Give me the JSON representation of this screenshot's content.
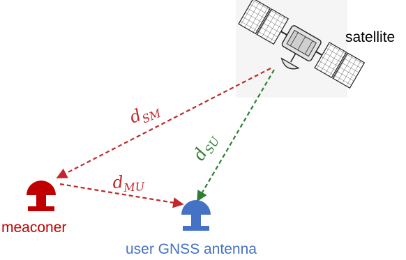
{
  "labels": {
    "satellite": "satellite",
    "meaconer": "meaconer",
    "user_antenna": "user GNSS antenna"
  },
  "distances": {
    "d_sm": {
      "base": "d",
      "sub": "SM"
    },
    "d_su": {
      "base": "d",
      "sub": "SU"
    },
    "d_mu": {
      "base": "d",
      "sub": "MU"
    }
  },
  "colors": {
    "meaconer": "#c00000",
    "user_antenna": "#4472c4",
    "link_sm": "#c0282b",
    "link_mu": "#c0282b",
    "link_su": "#2e7d32",
    "satellite_body": "#d9d9d9"
  },
  "icons": {
    "satellite": "satellite-icon",
    "meaconer": "antenna-dome-icon",
    "user_antenna": "antenna-dome-icon"
  }
}
